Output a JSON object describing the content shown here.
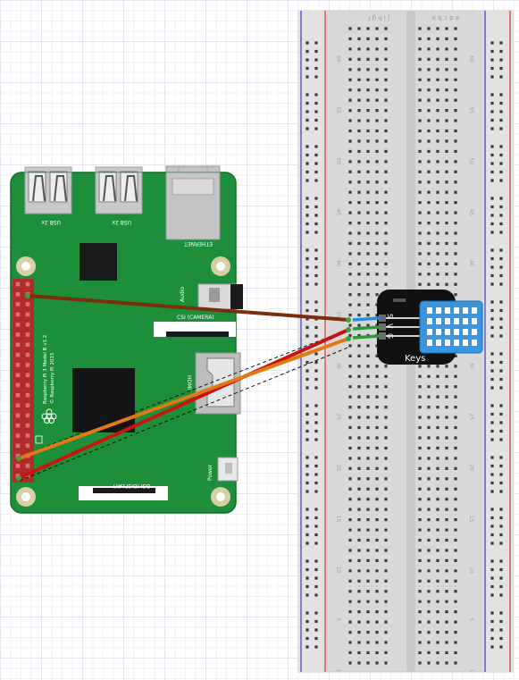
{
  "colors": {
    "pcb": "#1d8f3a",
    "pcb_edge": "#156b2b",
    "breadboard": "#dcdcdc",
    "rail_red": "#d9342b",
    "rail_blue": "#3a3fb8",
    "wire_brown": "#7a2e0e",
    "wire_red": "#c8140f",
    "wire_orange": "#e07a14",
    "sensor_blue": "#3a95e0",
    "module_black": "#111111"
  },
  "raspberry_pi": {
    "usb_left": "USB 2x",
    "usb_right": "USB 2x",
    "ethernet": "ETHERNET",
    "audio": "Audio",
    "csi": "CSI (CAMERA)",
    "hdmi": "HDMI",
    "dsi": "DSI (DISPLAY)",
    "power": "Power",
    "model_line1": "Raspberry Pi 3 Model B v1.2",
    "model_line2": "© Raspberry Pi 2015"
  },
  "breadboard": {
    "top_letters_left": "j i h g f",
    "top_letters_right": "e d c b a",
    "row_numbers": [
      "60",
      "55",
      "50",
      "45",
      "40",
      "35",
      "30",
      "25",
      "20",
      "15",
      "10",
      "5",
      "1"
    ]
  },
  "sensor_module": {
    "name": "Keys",
    "pin_s": "S",
    "pin_v": "V",
    "pin_g": "G"
  }
}
